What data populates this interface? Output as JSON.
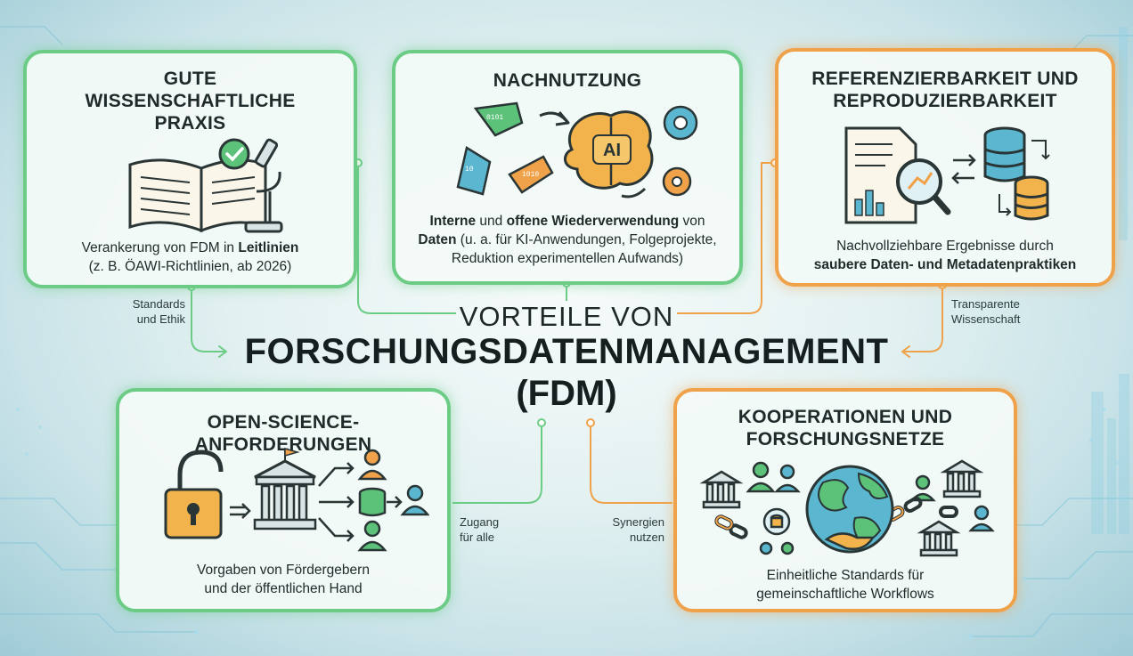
{
  "center": {
    "line1": "VORTEILE VON",
    "line2": "FORSCHUNGSDATENMANAGEMENT",
    "line3": "(FDM)"
  },
  "boxes": {
    "praxis": {
      "title_lines": [
        "GUTE",
        "WISSENSCHAFTLICHE",
        "PRAXIS"
      ],
      "desc_parts": [
        {
          "t": "Verankerung von FDM in ",
          "b": false
        },
        {
          "t": "Leitlinien",
          "b": true
        },
        {
          "t": "\n(z. B. ÖAWI-Richtlinien, ab 2026)",
          "b": false
        }
      ],
      "icon": "book-microscope-icon",
      "color": "#6ccc86"
    },
    "nachnutzung": {
      "title_lines": [
        "NACHNUTZUNG"
      ],
      "desc_parts": [
        {
          "t": "Interne",
          "b": true
        },
        {
          "t": " und ",
          "b": false
        },
        {
          "t": "offene Wiederverwendung",
          "b": true
        },
        {
          "t": " von\n",
          "b": false
        },
        {
          "t": "Daten",
          "b": true
        },
        {
          "t": " (u. a. für KI-Anwendungen, Folgeprojekte,\nReduktion experimentellen Aufwands)",
          "b": false
        }
      ],
      "icon": "recycle-ai-brain-icon",
      "ai_label": "AI",
      "color": "#6ccc86"
    },
    "referenz": {
      "title_lines": [
        "REFERENZIERBARKEIT UND",
        "REPRODUZIERBARKEIT"
      ],
      "desc_parts": [
        {
          "t": "Nachvollziehbare Ergebnisse durch\n",
          "b": false
        },
        {
          "t": "saubere Daten- und Metadatenpraktiken",
          "b": true
        }
      ],
      "icon": "document-magnifier-database-icon",
      "color": "#f0a24a"
    },
    "openscience": {
      "title_lines": [
        "OPEN-SCIENCE-ANFORDERUNGEN"
      ],
      "desc_parts": [
        {
          "t": "Vorgaben von Fördergebern\nund der öffentlichen Hand",
          "b": false
        }
      ],
      "icon": "unlock-institution-users-icon",
      "color": "#6ccc86"
    },
    "kooperation": {
      "title_lines": [
        "KOOPERATIONEN UND",
        "FORSCHUNGSNETZE"
      ],
      "desc_parts": [
        {
          "t": "Einheitliche Standards für\ngemeinschaftliche Workflows",
          "b": false
        }
      ],
      "icon": "globe-chain-handshake-icon",
      "color": "#f0a24a"
    }
  },
  "connectors": {
    "standards": "Standards\nund Ethik",
    "transparent": "Transparente\nWissenschaft",
    "zugang": "Zugang\nfür alle",
    "synergien": "Synergien\nnutzen"
  }
}
